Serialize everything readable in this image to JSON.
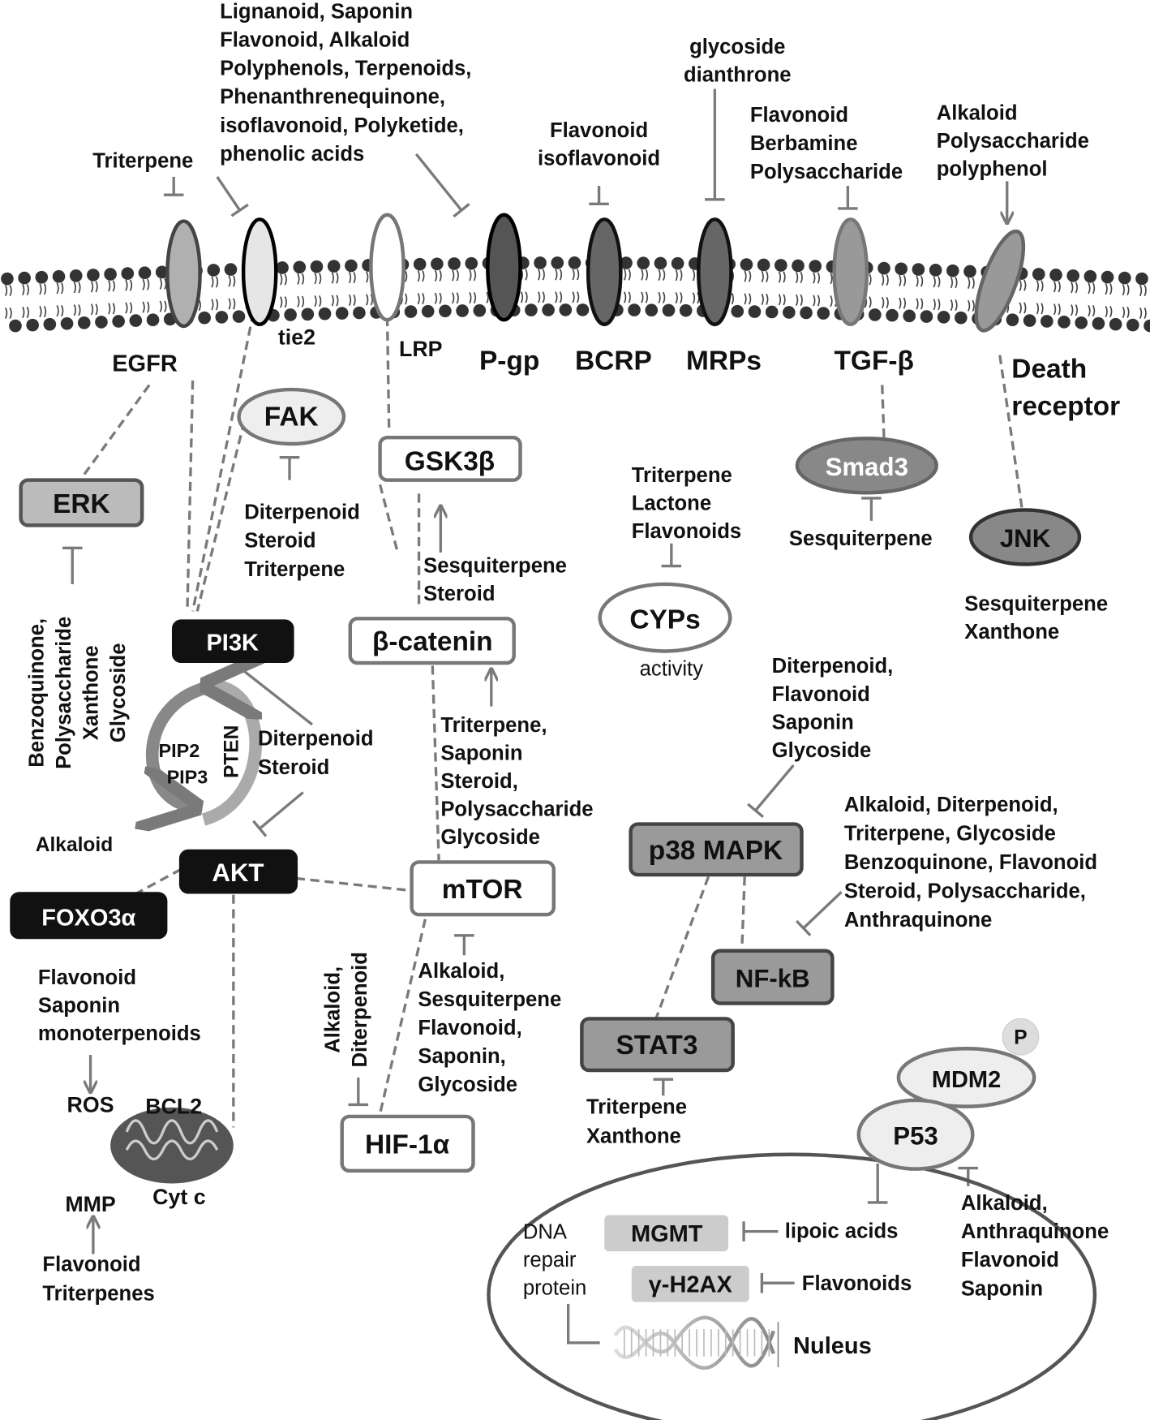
{
  "receptors": {
    "egfr": "EGFR",
    "tie2": "tie2",
    "lrp": "LRP",
    "pgp": "P-gp",
    "bcrp": "BCRP",
    "mrps": "MRPs",
    "tgfb": "TGF-β",
    "death1": "Death",
    "death2": "receptor"
  },
  "nodes": {
    "fak": "FAK",
    "gsk3b": "GSK3β",
    "erk": "ERK",
    "smad3": "Smad3",
    "jnk": "JNK",
    "cyps": "CYPs",
    "cyps_activity": "activity",
    "pi3k": "PI3K",
    "bcatenin": "β-catenin",
    "akt": "AKT",
    "foxo3a": "FOXO3α",
    "mtor": "mTOR",
    "p38": "p38 MAPK",
    "nfkb": "NF-kB",
    "stat3": "STAT3",
    "hif1a": "HIF-1α",
    "mdm2": "MDM2",
    "p": "P",
    "p53": "P53",
    "mgmt": "MGMT",
    "h2ax": "γ-H2AX",
    "pip2": "PIP2",
    "pip3": "PIP3",
    "pten": "PTEN",
    "ros": "ROS",
    "bcl2": "BCL2",
    "mmp": "MMP",
    "cytc": "Cyt c",
    "nucleus": "Nuleus",
    "lipoic": "lipoic acids",
    "flavonoids_nuc": "Flavonoids",
    "alkaloid_akt": "Alkaloid"
  },
  "groups": {
    "triterpene_top": [
      "Triterpene"
    ],
    "multi_top": [
      "Lignanoid, Saponin",
      "Flavonoid, Alkaloid",
      "Polyphenols, Terpenoids,",
      "Phenanthrenequinone,",
      "isoflavonoid, Polyketide,",
      "phenolic acids"
    ],
    "bcrp_inh": [
      "Flavonoid",
      "isoflavonoid"
    ],
    "mrps_inh": [
      "glycoside",
      "dianthrone"
    ],
    "tgf_inh": [
      "Flavonoid",
      "Berbamine",
      "Polysaccharide"
    ],
    "death_act": [
      "Alkaloid",
      "Polysaccharide",
      "polyphenol"
    ],
    "fak_inh": [
      "Diterpenoid",
      "Steroid",
      "Triterpene"
    ],
    "gsk_act": [
      "Sesquiterpene",
      "Steroid"
    ],
    "cyps_inh": [
      "Triterpene",
      "Lactone",
      "Flavonoids"
    ],
    "smad_inh": [
      "Sesquiterpene"
    ],
    "jnk_mod": [
      "Sesquiterpene",
      "Xanthone"
    ],
    "p38_inh": [
      "Diterpenoid,",
      "Flavonoid",
      "Saponin",
      "Glycoside"
    ],
    "nfkb_inh": [
      "Alkaloid, Diterpenoid,",
      "Triterpene, Glycoside",
      "Benzoquinone, Flavonoid",
      "Steroid, Polysaccharide,",
      "Anthraquinone"
    ],
    "bcat_act": [
      "Triterpene,",
      "Saponin",
      "Steroid,",
      "Polysaccharide",
      "Glycoside"
    ],
    "pi3k_inh": [
      "Diterpenoid",
      "Steroid"
    ],
    "erk_inh": [
      "Benzoquinone,",
      "Polysaccharide",
      "Xanthone",
      "Glycoside"
    ],
    "hif_inh": [
      "Alkaloid,",
      "Diterpenoid"
    ],
    "ros_act": [
      "Flavonoid",
      "Saponin",
      "monoterpenoids"
    ],
    "mmp_act": [
      "Flavonoid",
      "Triterpenes"
    ],
    "mtor_inh": [
      "Alkaloid,",
      "Sesquiterpene",
      "Flavonoid,",
      "Saponin,",
      "Glycoside"
    ],
    "stat3_inh": [
      "Triterpene",
      "Xanthone"
    ],
    "p53_inh": [
      "Alkaloid,",
      "Anthraquinone",
      "Flavonoid",
      "Saponin"
    ],
    "dna_repair": [
      "DNA",
      "repair",
      "protein"
    ]
  },
  "colors": {
    "line": "#7a7a7a",
    "dark_node": "#111111",
    "gray_node": "#9a9a9a"
  }
}
